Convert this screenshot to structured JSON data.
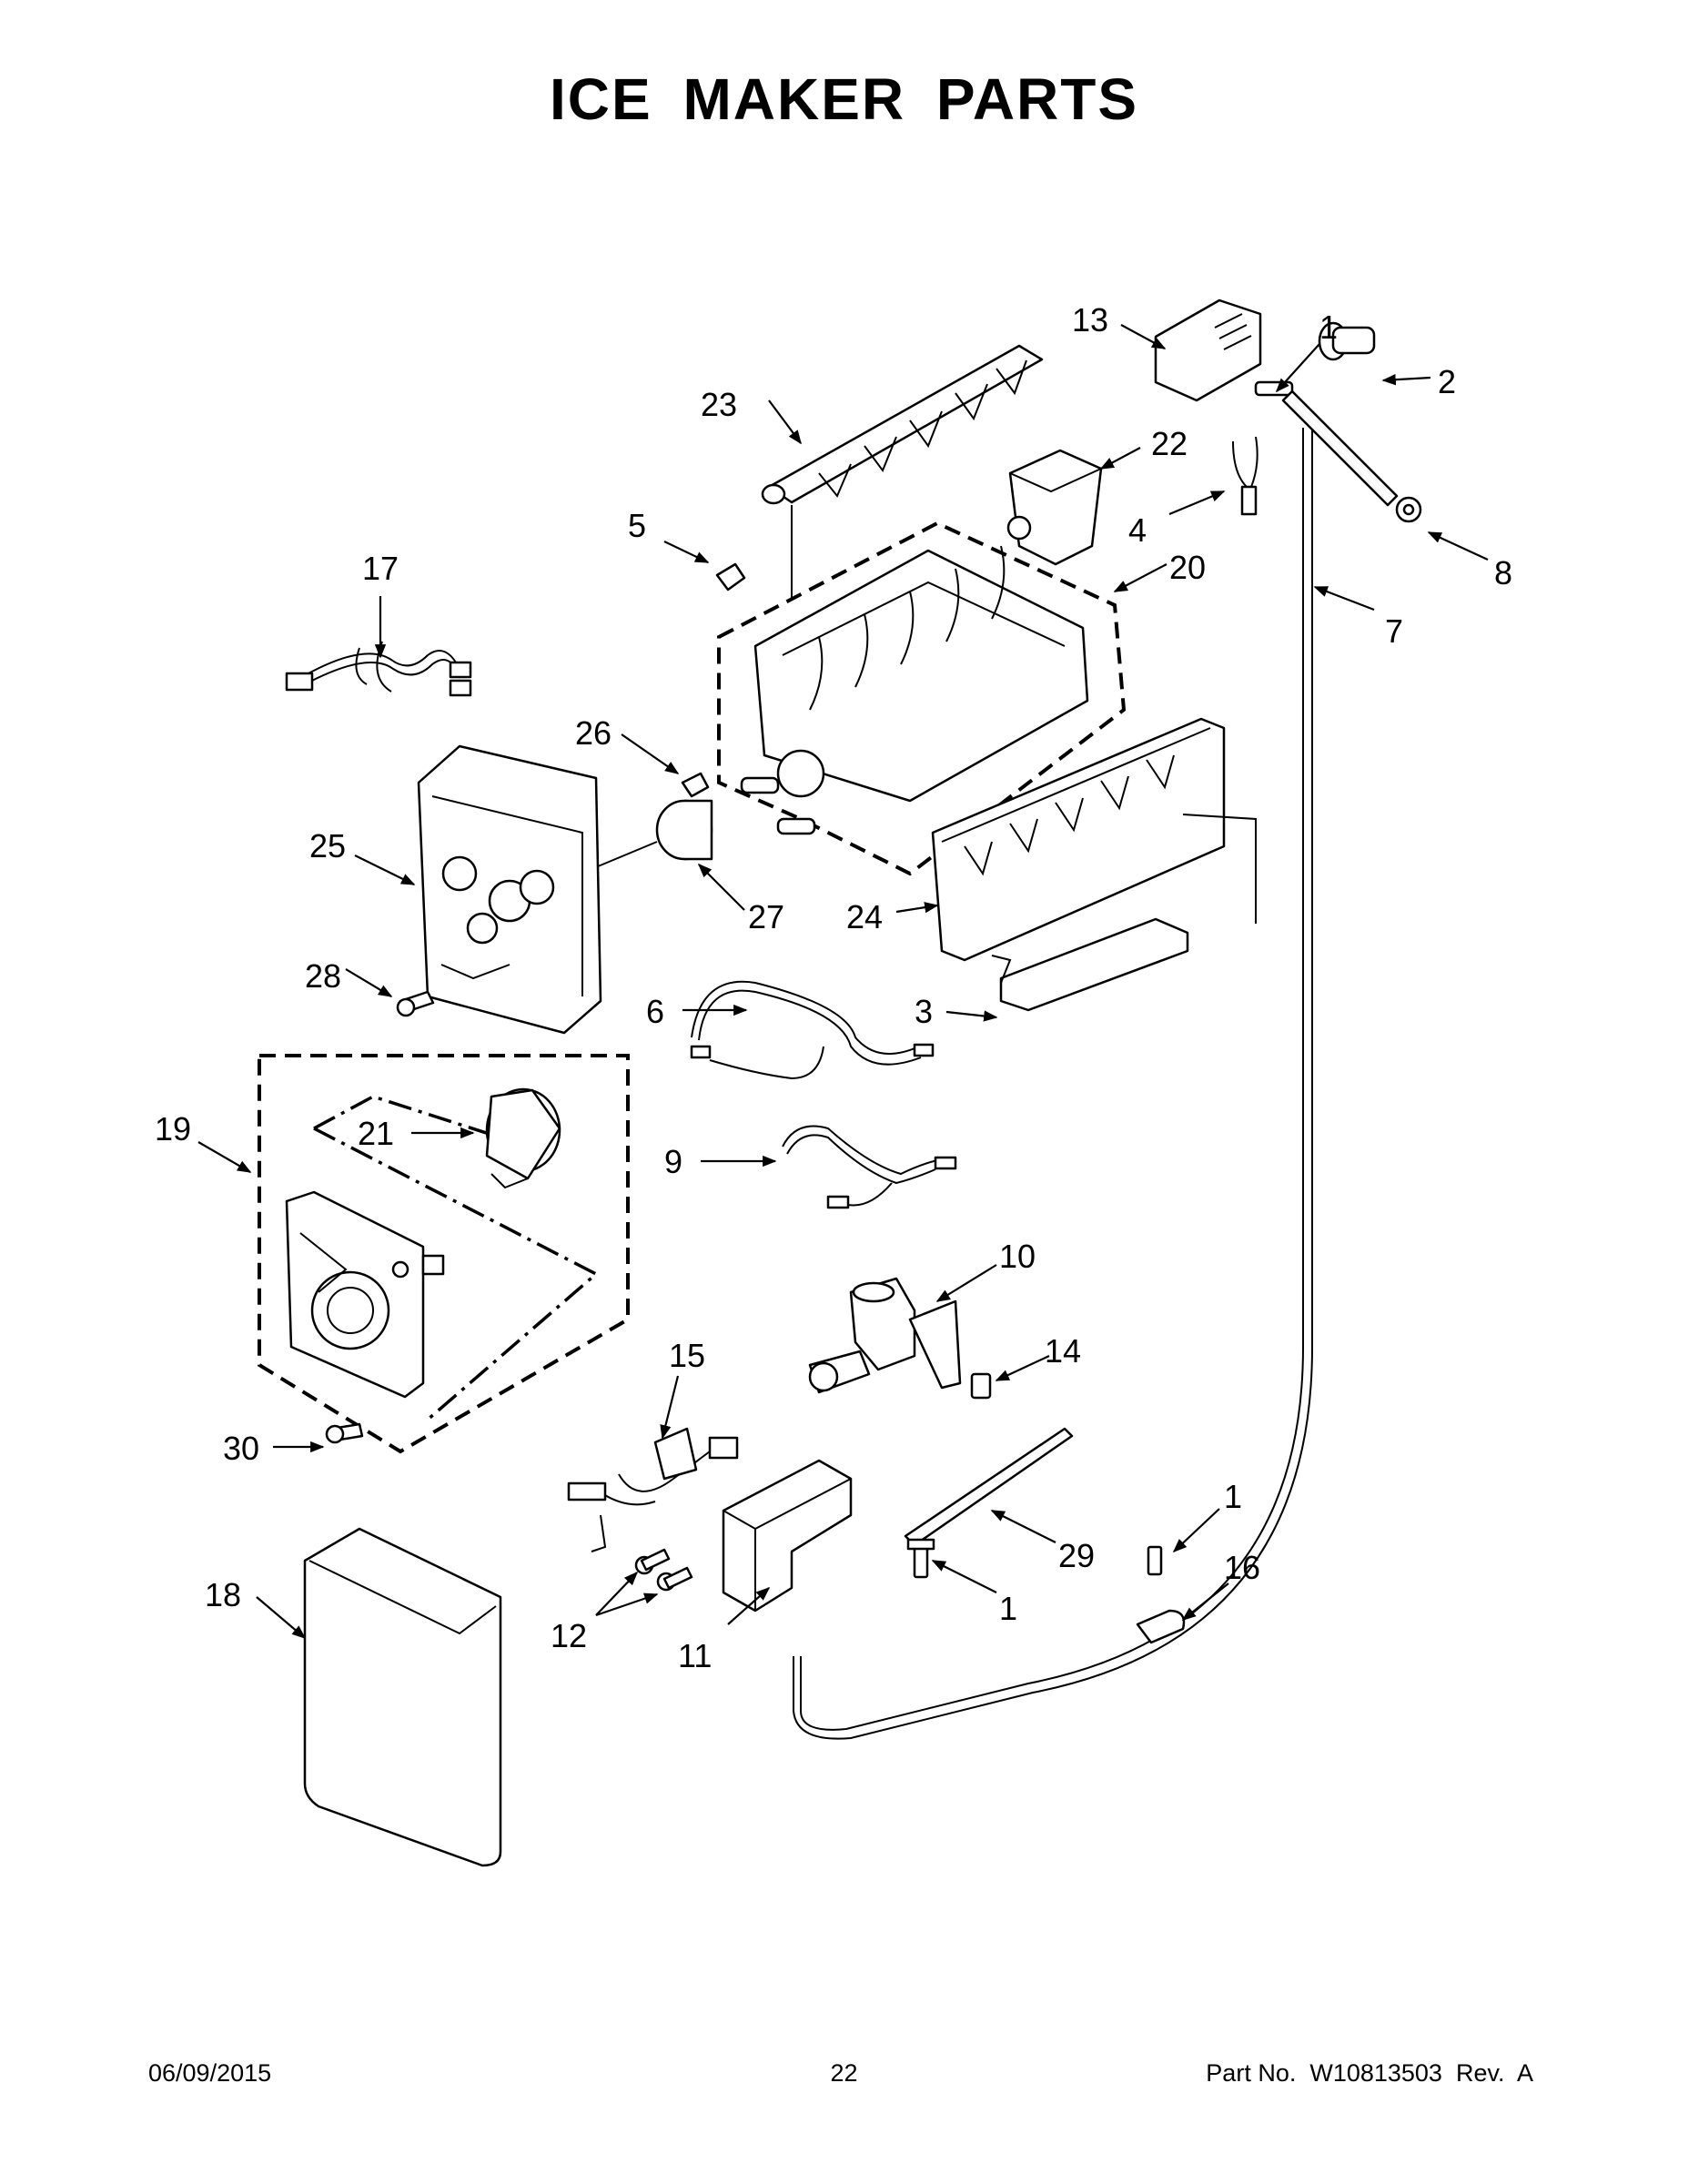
{
  "title": "ICE MAKER PARTS",
  "footer": {
    "date": "06/09/2015",
    "page": "22",
    "part_no": "Part No.  W10813503  Rev.  A"
  },
  "callouts": {
    "c1a": "1",
    "c1b": "1",
    "c1c": "1",
    "c2": "2",
    "c3": "3",
    "c4": "4",
    "c5": "5",
    "c6": "6",
    "c7": "7",
    "c8": "8",
    "c9": "9",
    "c10": "10",
    "c11": "11",
    "c12": "12",
    "c13": "13",
    "c14": "14",
    "c15": "15",
    "c16": "16",
    "c17": "17",
    "c18": "18",
    "c19": "19",
    "c20": "20",
    "c21": "21",
    "c22": "22",
    "c23": "23",
    "c24": "24",
    "c25": "25",
    "c26": "26",
    "c27": "27",
    "c28": "28",
    "c29": "29",
    "c30": "30"
  }
}
